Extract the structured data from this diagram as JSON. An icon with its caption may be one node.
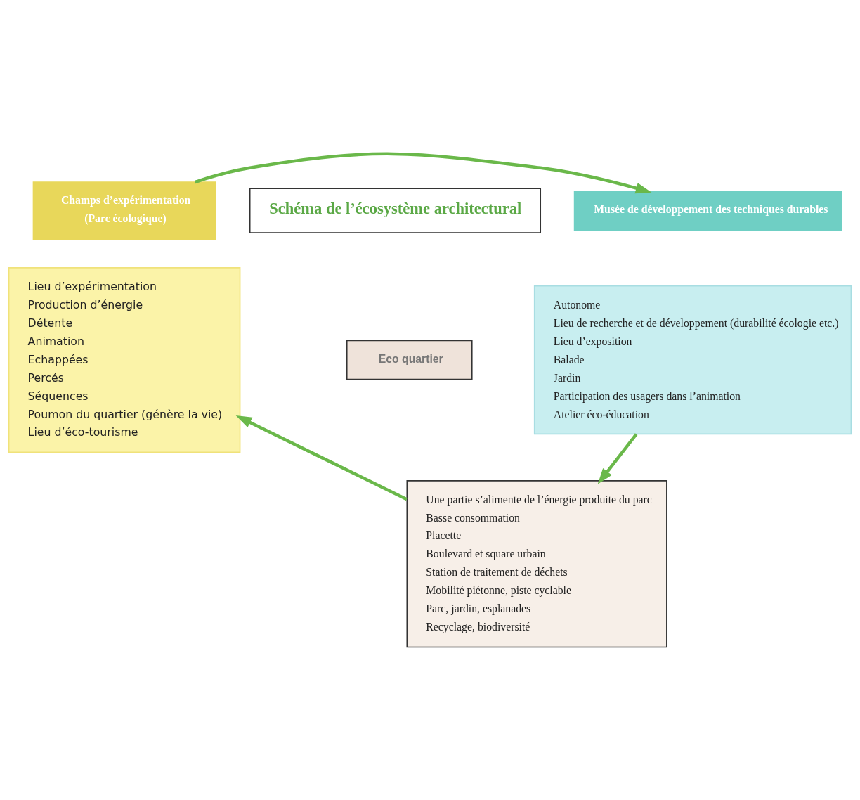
{
  "diagram": {
    "nodes": [
      {
        "text": [
          "Champs d’expérimentation",
          "(Parc écologique)"
        ]
      },
      {
        "text": [
          "Lieu d’expérimentation",
          "Production d’énergie",
          "Détente",
          "Animation",
          "Echappées",
          "Percés",
          "Séquences",
          "Poumon du quartier (génère la vie)",
          "Lieu d’éco-tourisme"
        ]
      },
      {
        "text": [
          "Schéma de l’écosystème architectural"
        ]
      },
      {
        "text": [
          "Musée de développement des techniques durables"
        ]
      },
      {
        "text": [
          "Autonome",
          "Lieu de recherche et de développement (durabilité écologie etc.)",
          "Lieu d’exposition",
          "Balade",
          "Jardin",
          "Participation des usagers dans l’animation",
          "Atelier éco-éducation"
        ]
      },
      {
        "text": [
          "Eco quartier"
        ]
      },
      {
        "text": [
          "Une partie s’alimente de l’énergie produite du parc",
          "Basse consommation",
          "Placette",
          "Boulevard et square urbain",
          "Station de traitement de déchets",
          "Mobilité piétonne, piste cyclable",
          "Parc, jardin, esplanades",
          "Recyclage, biodiversité"
        ]
      }
    ],
    "edges": [
      {
        "from": 0,
        "to": 3,
        "arrow": "to"
      },
      {
        "from": 4,
        "to": 6,
        "arrow": "to"
      },
      {
        "from": 6,
        "to": 1,
        "arrow": "to"
      }
    ]
  }
}
